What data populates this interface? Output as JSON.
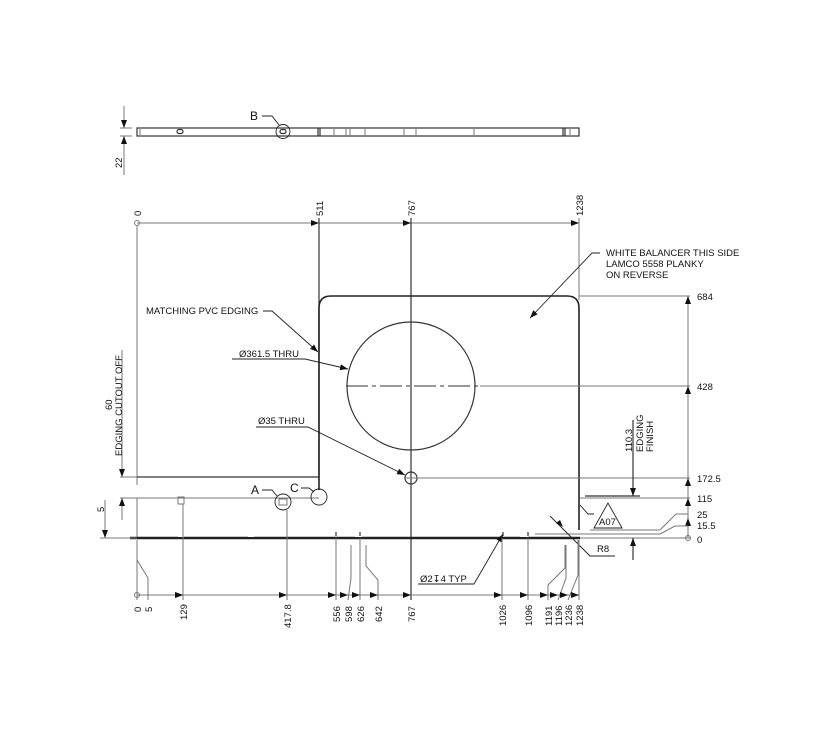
{
  "drawing": {
    "side_view": {
      "thickness_dim": "22",
      "detail_label": "B"
    },
    "top_dims": [
      "0",
      "511",
      "767",
      "1238"
    ],
    "notes": {
      "balancer_line1": "WHITE BALANCER THIS SIDE",
      "balancer_line2": "LAMCO 5558 PLANKY",
      "balancer_line3": "ON REVERSE",
      "pvc_edging": "MATCHING PVC EDGING",
      "large_hole": "Ø361.5 THRU",
      "small_hole": "Ø35 THRU",
      "drill_note": "Ø2↧4 TYP",
      "radius": "R8",
      "tag": "A07"
    },
    "left_dims": {
      "edging_cutout_value": "60",
      "edging_cutout_label": "EDGING CUTOUT OFF",
      "five": "5"
    },
    "right_dims": [
      "684",
      "428",
      "172.5",
      "115",
      "25",
      "15.5",
      "0"
    ],
    "edging_finish": {
      "value": "110.3",
      "label1": "EDGING",
      "label2": "FINISH"
    },
    "detail_labels": {
      "a": "A",
      "c": "C"
    },
    "bottom_dims": [
      "0",
      "5",
      "129",
      "417.8",
      "556",
      "598",
      "626",
      "642",
      "767",
      "1026",
      "1096",
      "1191",
      "1196",
      "1236",
      "1238"
    ]
  }
}
